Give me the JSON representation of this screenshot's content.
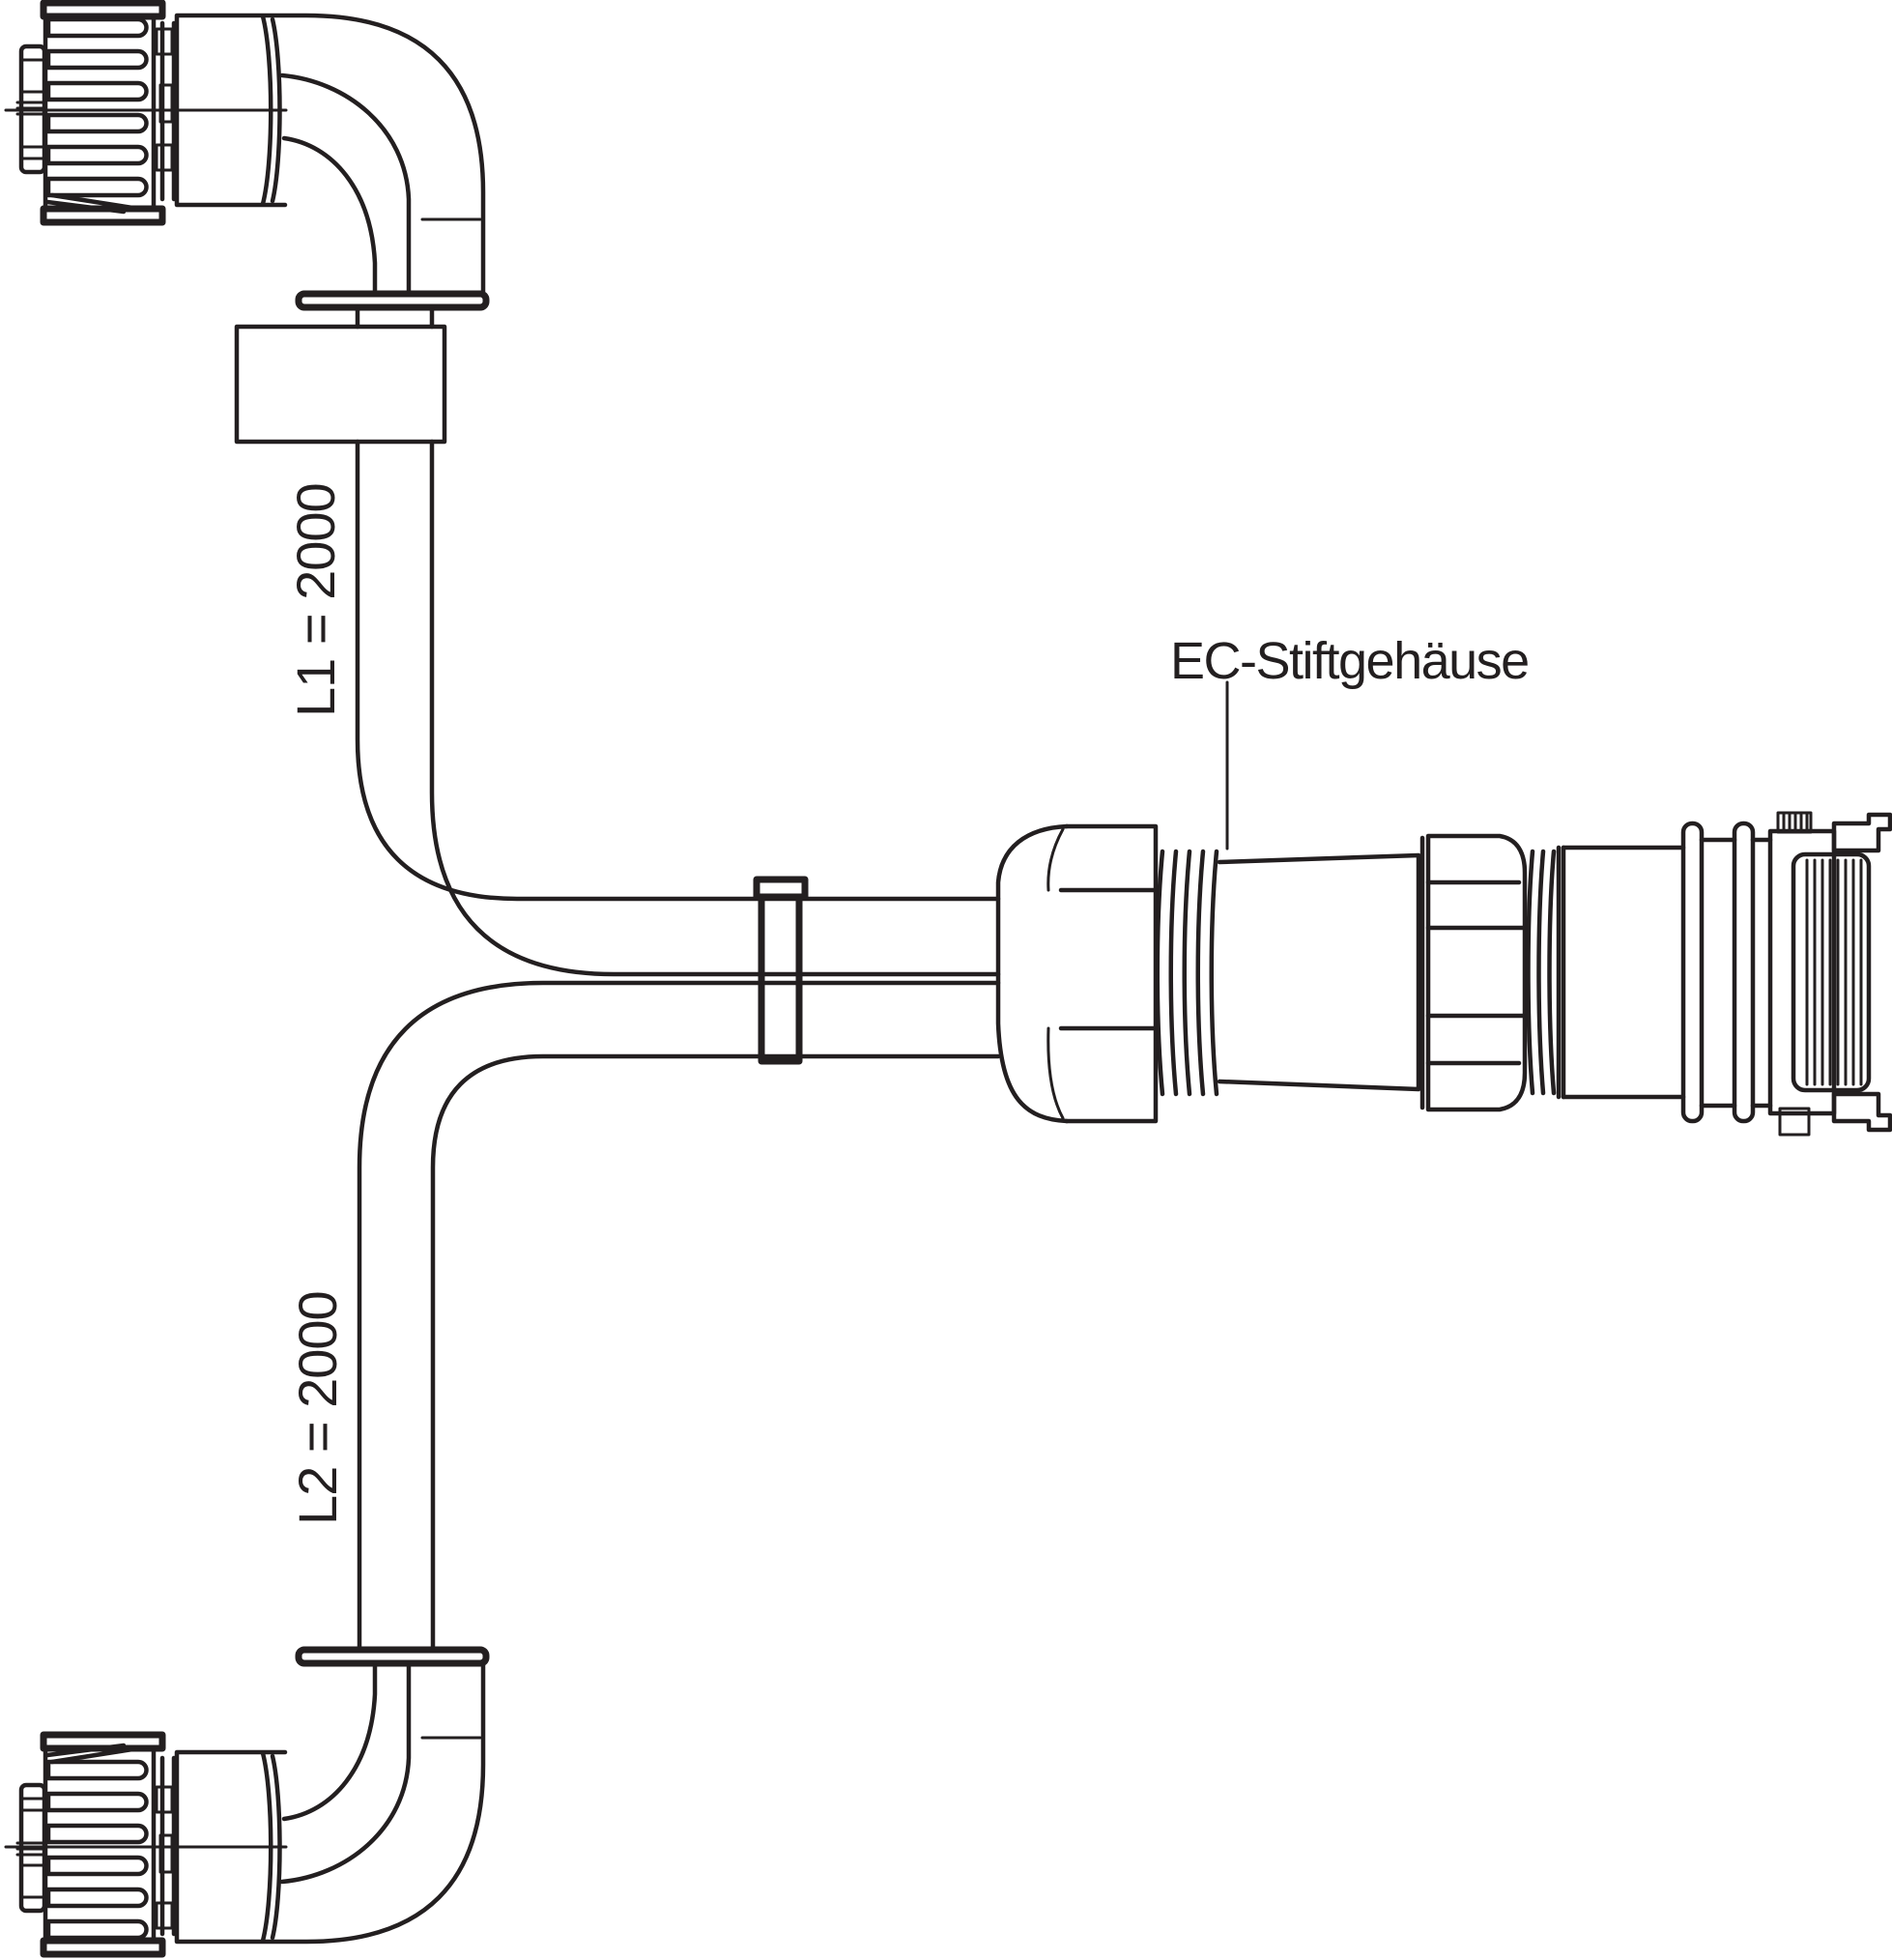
{
  "colors": {
    "line": "#231f20",
    "background": "#ffffff"
  },
  "labels": {
    "l1": "L1 = 2000",
    "l2": "L2 = 2000",
    "ec_housing": "EC-Stiftgehäuse"
  }
}
